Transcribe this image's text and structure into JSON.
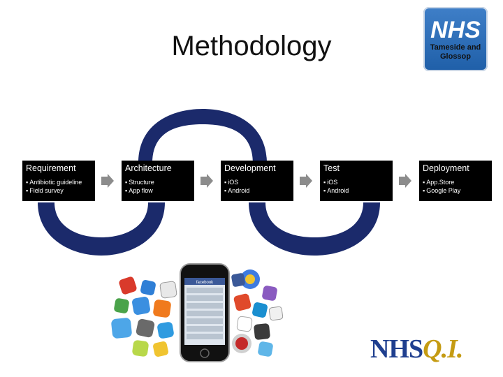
{
  "title": "Methodology",
  "logo_top": {
    "main": "NHS",
    "line1": "Tameside and",
    "line2": "Glossop"
  },
  "steps": [
    {
      "title": "Requirement",
      "items": [
        "Antibiotic guideline",
        "Field survey"
      ]
    },
    {
      "title": "Architecture",
      "items": [
        "Structure",
        "App flow"
      ]
    },
    {
      "title": "Development",
      "items": [
        "iOS",
        "Android"
      ]
    },
    {
      "title": "Test",
      "items": [
        "iOS",
        "Android"
      ]
    },
    {
      "title": "Deployment",
      "items": [
        "App.Store",
        "Google Play"
      ]
    }
  ],
  "phone": {
    "header_label": "facebook"
  },
  "logo_bottom": {
    "nhs": "NHS",
    "qi": "Q.I."
  },
  "colors": {
    "arc": "#1b2a6b",
    "box": "#000000",
    "chevron": "#8c8c8c"
  }
}
